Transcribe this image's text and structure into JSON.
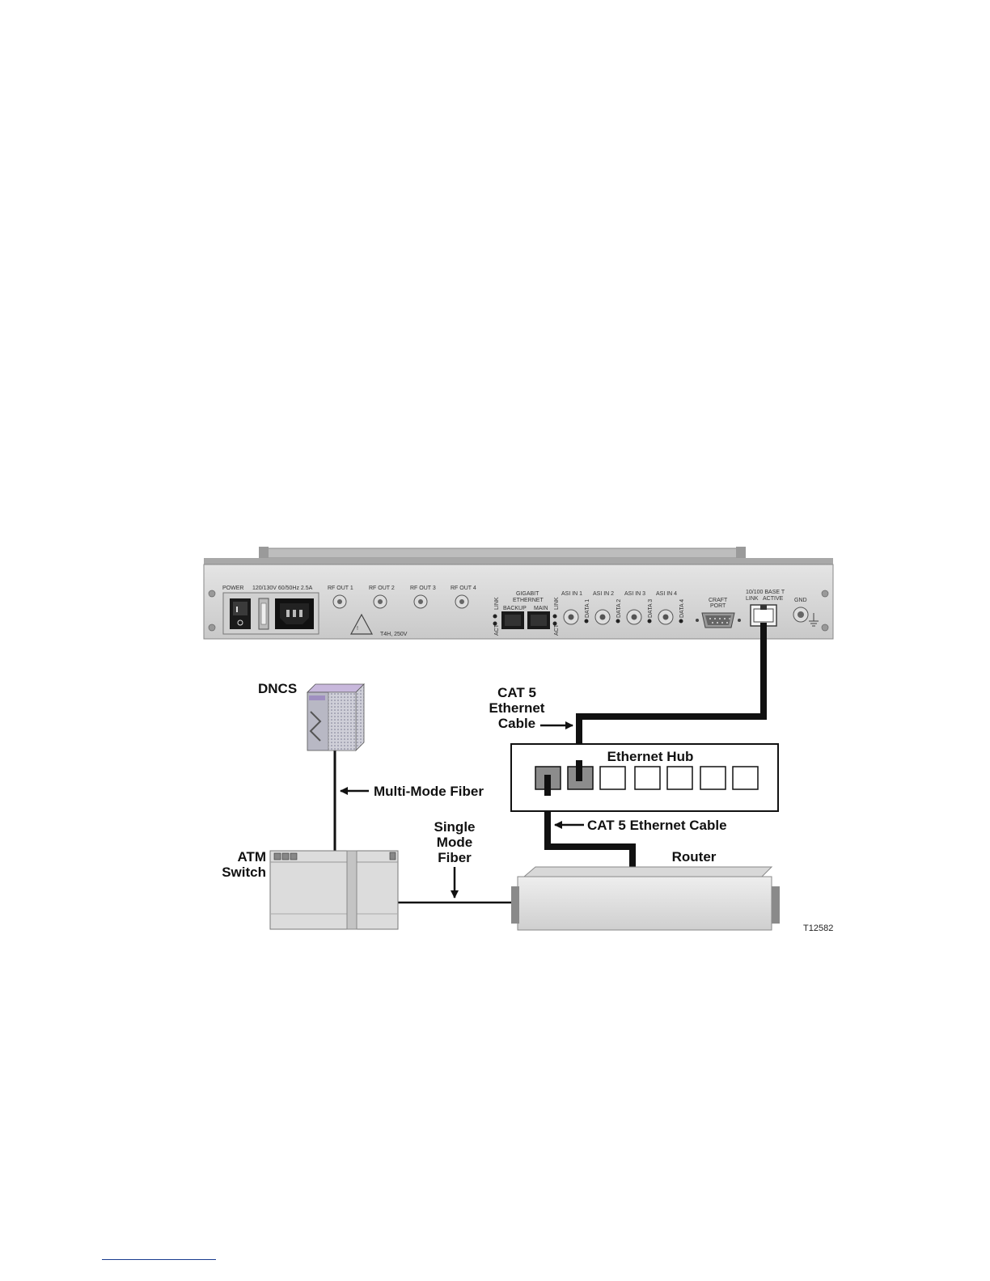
{
  "panel": {
    "power": "POWER",
    "voltage": "120/130V  60/50Hz 2.5A",
    "rf_out_1": "RF OUT 1",
    "rf_out_2": "RF OUT 2",
    "rf_out_3": "RF OUT 3",
    "rf_out_4": "RF OUT 4",
    "fuse": "T4H, 250V",
    "gigabit": "GIGABIT",
    "ethernet": "ETHERNET",
    "backup": "BACKUP",
    "main": "MAIN",
    "link": "LINK",
    "act": "ACT",
    "asi_in_1": "ASI IN 1",
    "asi_in_2": "ASI IN 2",
    "asi_in_3": "ASI IN 3",
    "asi_in_4": "ASI IN 4",
    "data_1": "DATA 1",
    "data_2": "DATA 2",
    "data_3": "DATA 3",
    "data_4": "DATA 4",
    "craft": "CRAFT",
    "port": "PORT",
    "base_t": "10/100 BASE T",
    "link_port": "LINK",
    "active": "ACTIVE",
    "gnd": "GND"
  },
  "labels": {
    "dncs": "DNCS",
    "cat5_line1": "CAT 5",
    "cat5_line2": "Ethernet",
    "cat5_line3": "Cable",
    "ethernet_hub": "Ethernet Hub",
    "multi_mode_fiber": "Multi-Mode Fiber",
    "cat5_ethernet_cable": "CAT 5 Ethernet Cable",
    "single_line1": "Single",
    "single_line2": "Mode",
    "single_line3": "Fiber",
    "router": "Router",
    "atm_line1": "ATM",
    "atm_line2": "Switch",
    "figure_id": "T12582"
  }
}
